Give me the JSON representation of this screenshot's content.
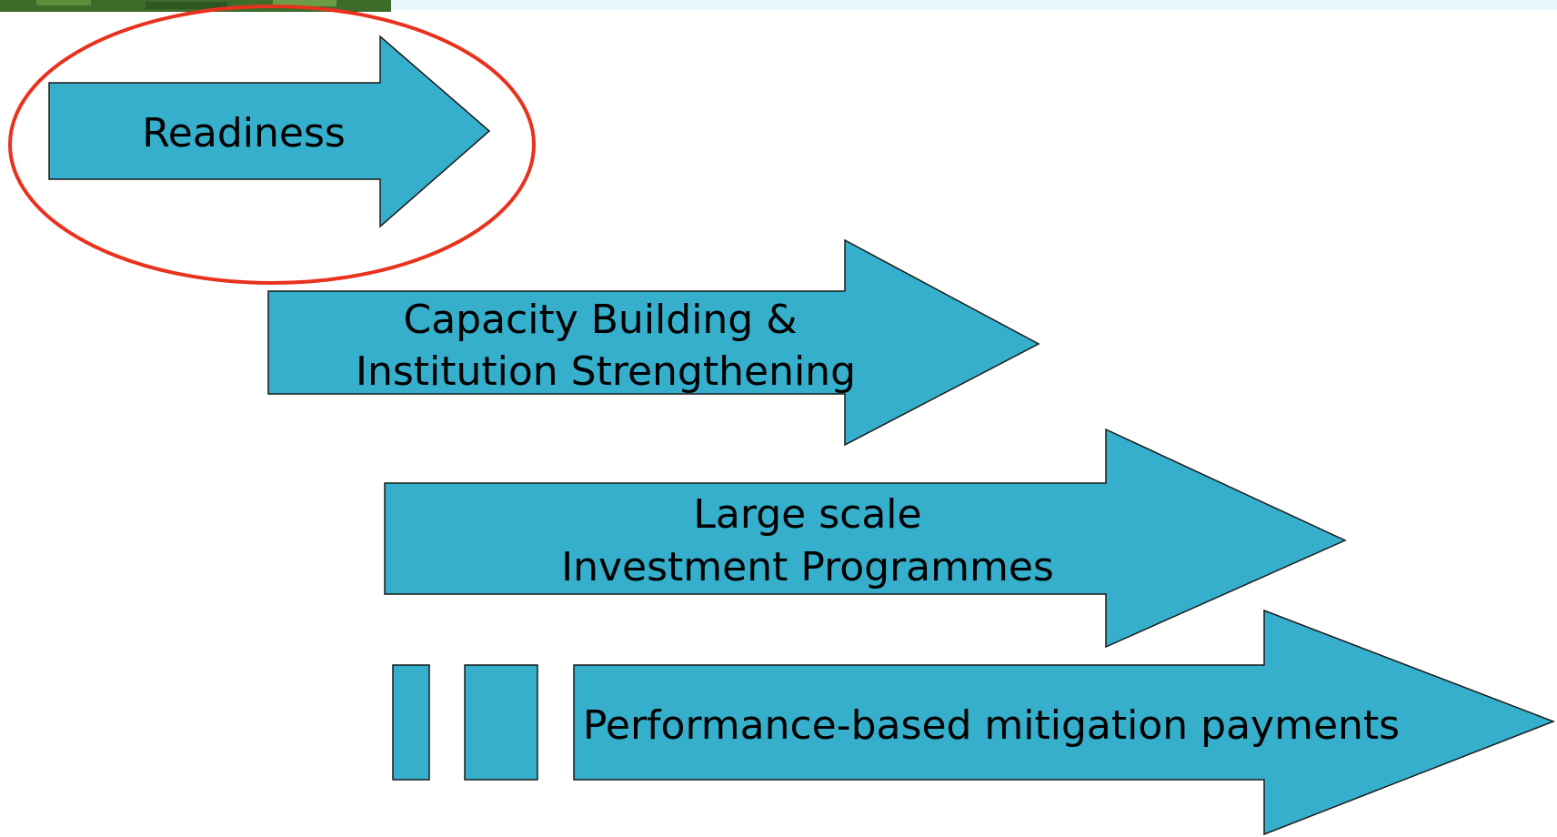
{
  "colors": {
    "arrow_fill": "#35afcb",
    "outline": "#1a1a1a",
    "highlight_ring": "#e8321e",
    "top_bar": "#e9f6fb",
    "corner_photo": "#3d6b2a"
  },
  "arrows": [
    {
      "id": "readiness",
      "lines": [
        "Readiness"
      ],
      "highlighted": true
    },
    {
      "id": "capacity-building",
      "lines": [
        "Capacity Building &",
        "Institution Strengthening"
      ],
      "highlighted": false
    },
    {
      "id": "investment",
      "lines": [
        "Large scale",
        "Investment Programmes"
      ],
      "highlighted": false
    },
    {
      "id": "payments",
      "lines": [
        "Performance-based mitigation payments"
      ],
      "highlighted": false
    }
  ]
}
